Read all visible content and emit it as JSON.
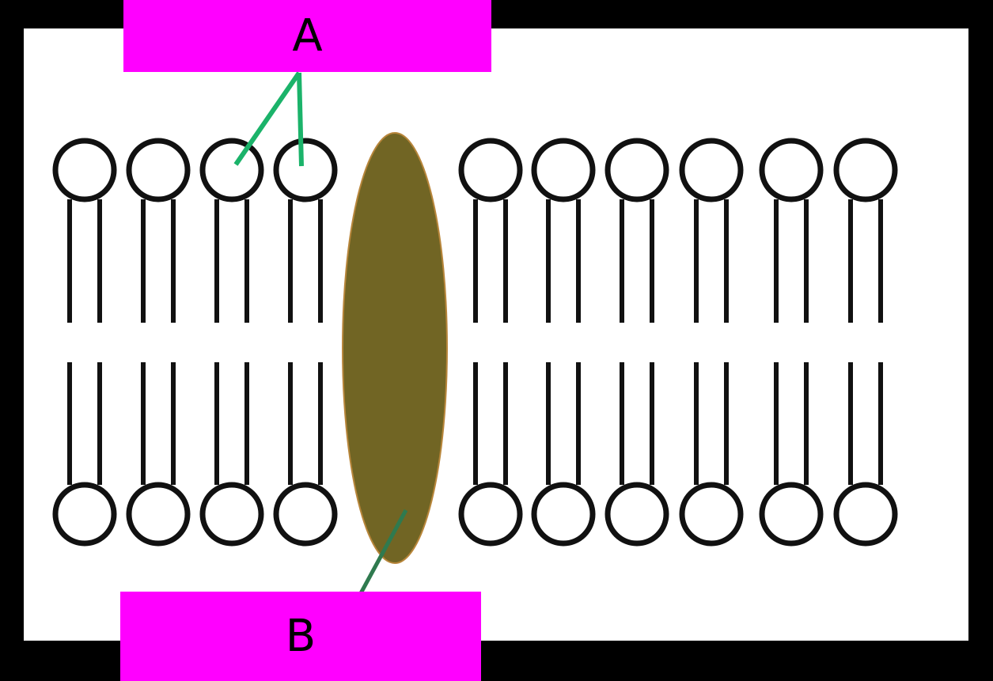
{
  "colors": {
    "frame": "#000000",
    "panel": "#ffffff",
    "label_fill": "#ff00ff",
    "pointer_line": "#1bb36a",
    "pointer_line_b": "#2f7a4f",
    "protein_fill": "#716524",
    "protein_edge": "#b8863b",
    "phospholipid": "#111111"
  },
  "labels": {
    "a": "A",
    "b": "B"
  },
  "icons": {
    "phospholipid_head": "circle",
    "protein": "ellipse"
  }
}
